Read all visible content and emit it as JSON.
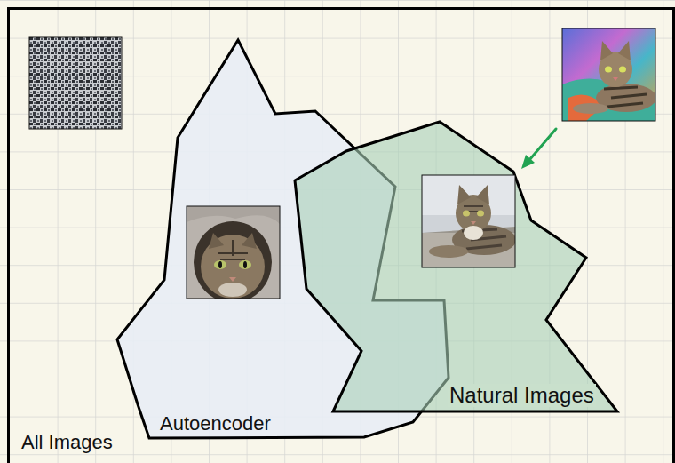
{
  "diagram": {
    "nodes": [
      {
        "text": [
          "All Images"
        ]
      },
      {
        "text": [
          "Autoencoder"
        ],
        "in": 0
      },
      {
        "text": [
          "Natural Images"
        ],
        "in": 0
      }
    ]
  }
}
